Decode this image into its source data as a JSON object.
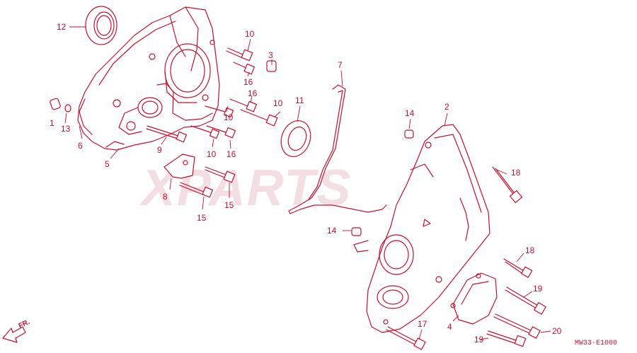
{
  "diagram": {
    "callouts": [
      "12",
      "10",
      "3",
      "16",
      "7",
      "1",
      "13",
      "6",
      "16",
      "10",
      "11",
      "10",
      "14",
      "2",
      "9",
      "5",
      "10",
      "16",
      "18",
      "8",
      "15",
      "15",
      "14",
      "18",
      "19",
      "4",
      "17",
      "19",
      "20"
    ],
    "front_marker": "FR.",
    "drawing_code": "MW33-E1000",
    "watermark": "XPARTS",
    "colors": {
      "line": "#c8102e",
      "watermark": "#e6c3c8"
    }
  }
}
